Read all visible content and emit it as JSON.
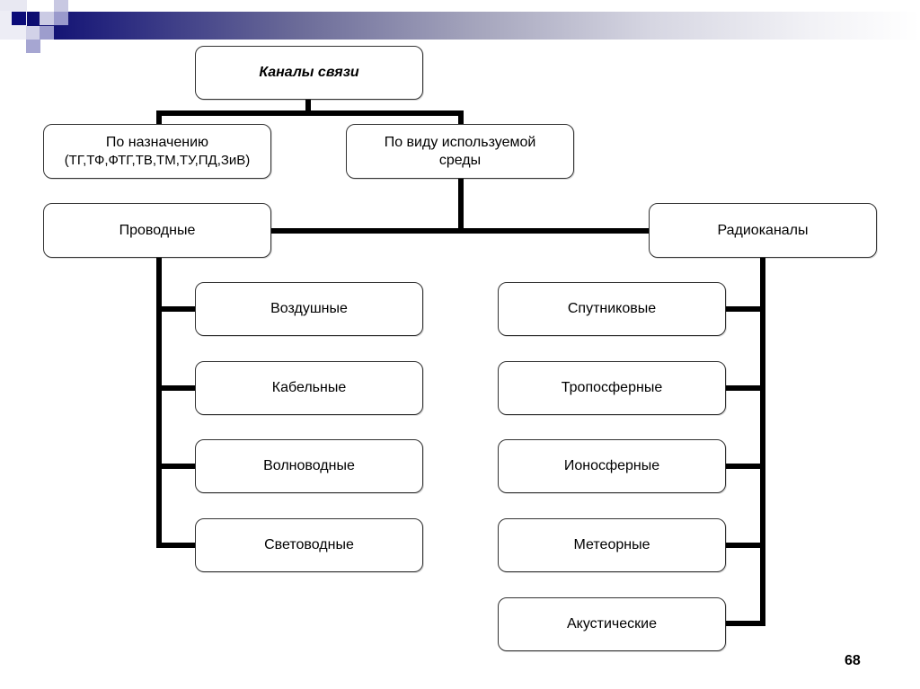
{
  "slide": {
    "page_number": "68",
    "accent_color": "#0b0b70"
  },
  "diagram": {
    "root": {
      "label": "Каналы связи"
    },
    "level1": [
      {
        "label": "По назначению",
        "sublabel": "(ТГ,ТФ,ФТГ,ТВ,ТМ,ТУ,ПД,ЗиВ)"
      },
      {
        "label": "По виду используемой",
        "sublabel": "среды"
      }
    ],
    "level2": [
      {
        "label": "Проводные"
      },
      {
        "label": "Радиоканалы"
      }
    ],
    "wired_types": [
      {
        "label": "Воздушные"
      },
      {
        "label": "Кабельные"
      },
      {
        "label": "Волноводные"
      },
      {
        "label": "Световодные"
      }
    ],
    "radio_types": [
      {
        "label": "Спутниковые"
      },
      {
        "label": "Тропосферные"
      },
      {
        "label": "Ионосферные"
      },
      {
        "label": "Метеорные"
      },
      {
        "label": "Акустические"
      }
    ]
  }
}
